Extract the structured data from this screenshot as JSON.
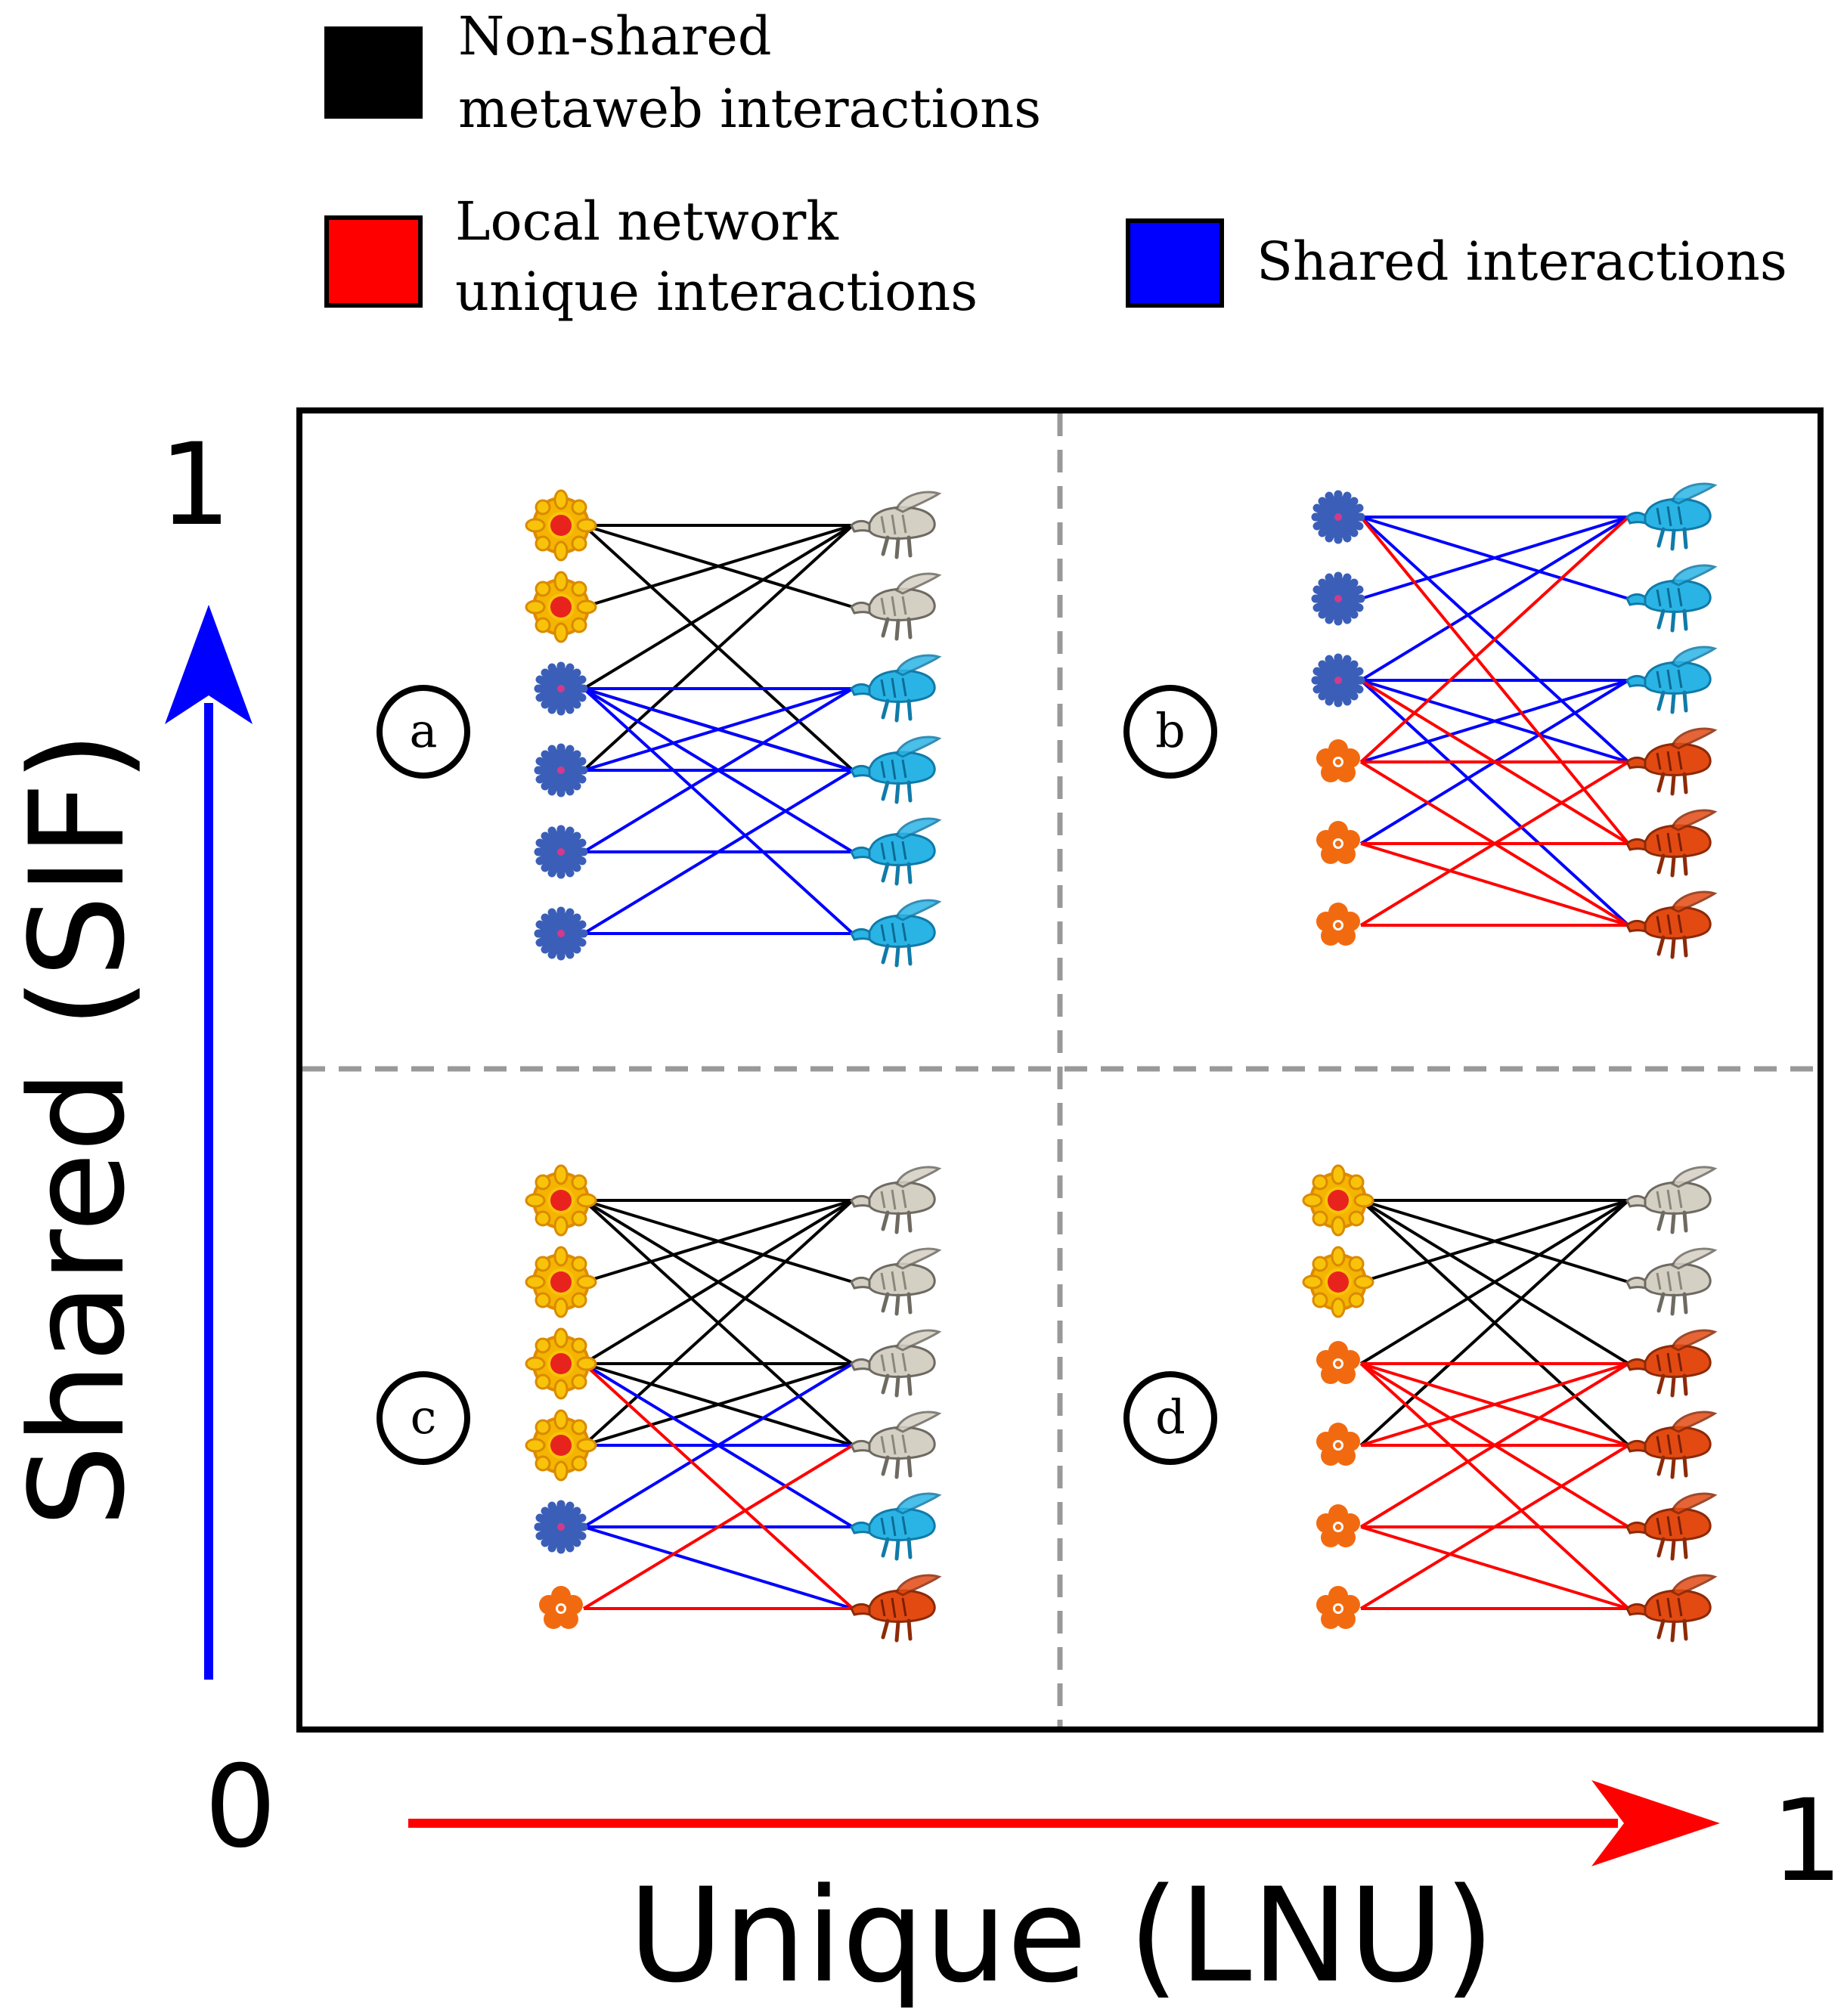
{
  "legend": {
    "non_shared": {
      "line1": "Non-shared",
      "line2": "metaweb interactions",
      "color": "#000000"
    },
    "unique": {
      "line1": "Local network",
      "line2": "unique interactions",
      "color": "#ff0000"
    },
    "shared": {
      "label": "Shared interactions",
      "color": "#0000ff"
    }
  },
  "axes": {
    "y_label": "Shared (SIF)",
    "x_label": "Unique (LNU)",
    "y_max": "1",
    "x_max": "1",
    "origin": "0",
    "y_color": "#0000ff",
    "x_color": "#ff0000"
  },
  "colors": {
    "black": "#000000",
    "red": "#ff0000",
    "blue": "#0000ff",
    "divider": "#999999"
  },
  "panels": [
    {
      "label": "a",
      "plants": [
        "sunflower",
        "sunflower",
        "blue-flower",
        "blue-flower",
        "blue-flower",
        "blue-flower"
      ],
      "pollinators": [
        "grey-bee",
        "grey-bee",
        "blue-bee",
        "blue-bee",
        "blue-bee",
        "blue-bee"
      ],
      "links": [
        [
          0,
          0,
          "k"
        ],
        [
          0,
          1,
          "k"
        ],
        [
          0,
          3,
          "k"
        ],
        [
          1,
          0,
          "k"
        ],
        [
          2,
          0,
          "k"
        ],
        [
          3,
          0,
          "k"
        ],
        [
          2,
          3,
          "k"
        ],
        [
          2,
          2,
          "b"
        ],
        [
          2,
          3,
          "b"
        ],
        [
          2,
          4,
          "b"
        ],
        [
          2,
          5,
          "b"
        ],
        [
          3,
          2,
          "b"
        ],
        [
          3,
          3,
          "b"
        ],
        [
          4,
          4,
          "b"
        ],
        [
          4,
          2,
          "b"
        ],
        [
          5,
          5,
          "b"
        ],
        [
          5,
          3,
          "b"
        ]
      ]
    },
    {
      "label": "b",
      "plants": [
        "blue-flower",
        "blue-flower",
        "blue-flower",
        "orange-flower",
        "orange-flower",
        "orange-flower"
      ],
      "pollinators": [
        "blue-bee",
        "blue-bee",
        "blue-bee",
        "red-bee",
        "red-bee",
        "red-bee"
      ],
      "links": [
        [
          0,
          0,
          "b"
        ],
        [
          0,
          1,
          "b"
        ],
        [
          0,
          3,
          "b"
        ],
        [
          1,
          0,
          "b"
        ],
        [
          2,
          0,
          "b"
        ],
        [
          2,
          2,
          "b"
        ],
        [
          2,
          3,
          "b"
        ],
        [
          2,
          5,
          "b"
        ],
        [
          3,
          2,
          "b"
        ],
        [
          4,
          2,
          "b"
        ],
        [
          0,
          4,
          "r"
        ],
        [
          2,
          4,
          "r"
        ],
        [
          3,
          0,
          "r"
        ],
        [
          3,
          3,
          "r"
        ],
        [
          3,
          5,
          "r"
        ],
        [
          4,
          4,
          "r"
        ],
        [
          4,
          5,
          "r"
        ],
        [
          5,
          3,
          "r"
        ],
        [
          5,
          5,
          "r"
        ]
      ]
    },
    {
      "label": "c",
      "plants": [
        "sunflower",
        "sunflower",
        "sunflower",
        "sunflower",
        "blue-flower",
        "orange-flower"
      ],
      "pollinators": [
        "grey-bee",
        "grey-bee",
        "grey-bee",
        "grey-bee",
        "blue-bee",
        "red-bee"
      ],
      "links": [
        [
          0,
          0,
          "k"
        ],
        [
          0,
          1,
          "k"
        ],
        [
          0,
          2,
          "k"
        ],
        [
          0,
          3,
          "k"
        ],
        [
          1,
          0,
          "k"
        ],
        [
          2,
          0,
          "k"
        ],
        [
          2,
          2,
          "k"
        ],
        [
          2,
          3,
          "k"
        ],
        [
          3,
          0,
          "k"
        ],
        [
          3,
          2,
          "k"
        ],
        [
          2,
          4,
          "b"
        ],
        [
          3,
          3,
          "b"
        ],
        [
          4,
          2,
          "b"
        ],
        [
          4,
          4,
          "b"
        ],
        [
          4,
          5,
          "b"
        ],
        [
          2,
          5,
          "r"
        ],
        [
          5,
          3,
          "r"
        ],
        [
          5,
          5,
          "r"
        ]
      ]
    },
    {
      "label": "d",
      "plants": [
        "sunflower",
        "sunflower",
        "orange-flower",
        "orange-flower",
        "orange-flower",
        "orange-flower"
      ],
      "pollinators": [
        "grey-bee",
        "grey-bee",
        "red-bee",
        "red-bee",
        "red-bee",
        "red-bee"
      ],
      "links": [
        [
          0,
          0,
          "k"
        ],
        [
          0,
          1,
          "k"
        ],
        [
          0,
          2,
          "k"
        ],
        [
          0,
          3,
          "k"
        ],
        [
          1,
          0,
          "k"
        ],
        [
          2,
          0,
          "k"
        ],
        [
          3,
          0,
          "k"
        ],
        [
          2,
          2,
          "r"
        ],
        [
          2,
          3,
          "r"
        ],
        [
          2,
          4,
          "r"
        ],
        [
          2,
          5,
          "r"
        ],
        [
          3,
          2,
          "r"
        ],
        [
          3,
          3,
          "r"
        ],
        [
          4,
          2,
          "r"
        ],
        [
          4,
          4,
          "r"
        ],
        [
          4,
          5,
          "r"
        ],
        [
          5,
          3,
          "r"
        ],
        [
          5,
          5,
          "r"
        ]
      ]
    }
  ]
}
